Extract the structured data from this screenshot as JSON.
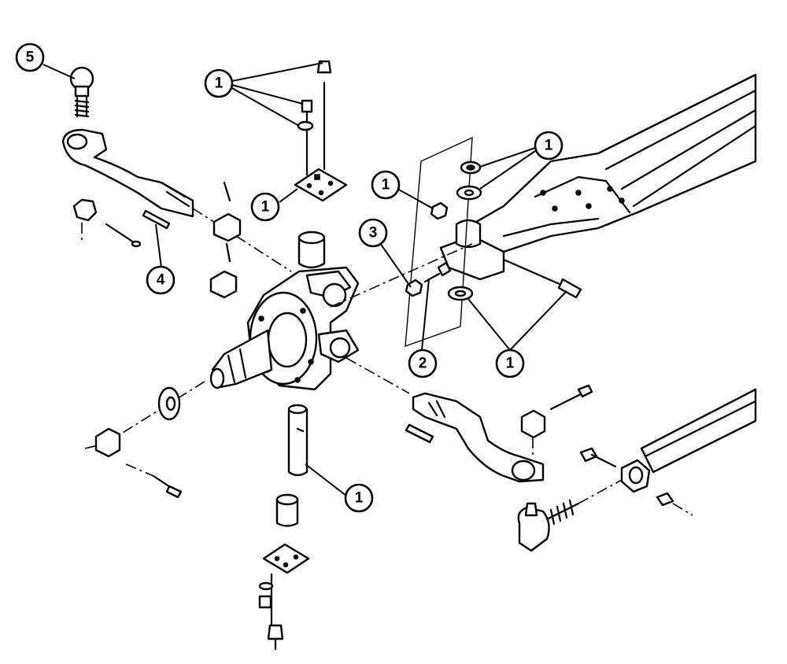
{
  "callouts": [
    {
      "id": "c5",
      "label": "5"
    },
    {
      "id": "c1a",
      "label": "1"
    },
    {
      "id": "c1b",
      "label": "1"
    },
    {
      "id": "c1c",
      "label": "1"
    },
    {
      "id": "c1d",
      "label": "1"
    },
    {
      "id": "c1e",
      "label": "1"
    },
    {
      "id": "c1f",
      "label": "1"
    },
    {
      "id": "c3",
      "label": "3"
    },
    {
      "id": "c4",
      "label": "4"
    },
    {
      "id": "c2",
      "label": "2"
    }
  ]
}
